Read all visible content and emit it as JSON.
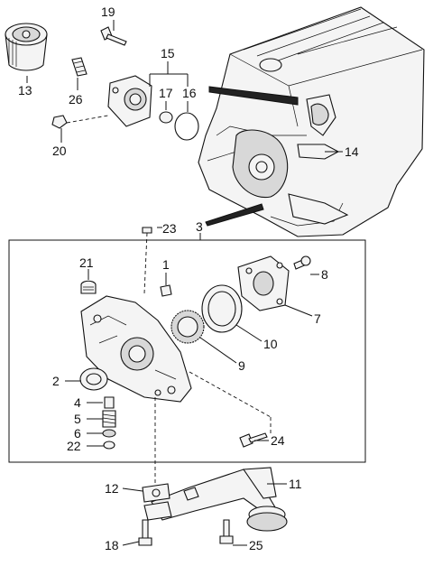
{
  "callouts": {
    "c1": "1",
    "c2": "2",
    "c3": "3",
    "c4": "4",
    "c5": "5",
    "c6": "6",
    "c7": "7",
    "c8": "8",
    "c9": "9",
    "c10": "10",
    "c11": "11",
    "c12": "12",
    "c13": "13",
    "c14": "14",
    "c15": "15",
    "c16": "16",
    "c17": "17",
    "c18": "18",
    "c19": "19",
    "c20": "20",
    "c21": "21",
    "c22": "22",
    "c23": "23",
    "c24": "24",
    "c25": "25",
    "c26": "26"
  },
  "colors": {
    "line": "#111111",
    "fill": "#f4f4f4",
    "shade": "#d8d8d8",
    "dark": "#222222"
  }
}
